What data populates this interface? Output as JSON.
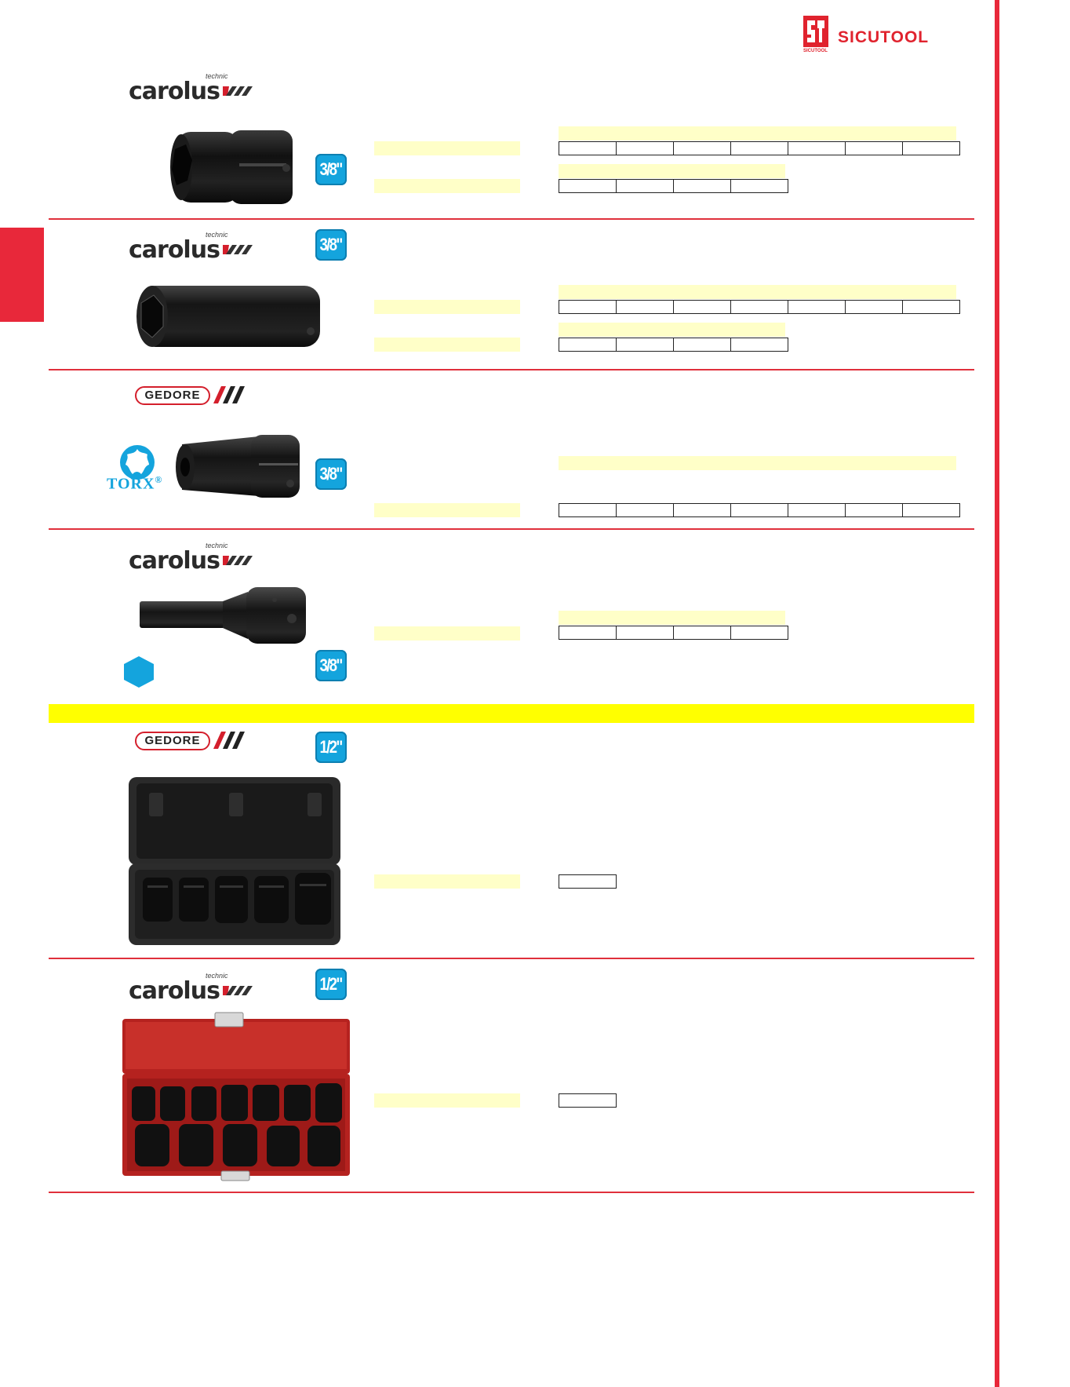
{
  "header": {
    "brand": "SICUTOOL",
    "brand_sub": "SICUTOOL"
  },
  "brands": {
    "carolus_word": "carolus",
    "carolus_technic": "technic",
    "gedore": "GEDORE"
  },
  "badges": {
    "b1": "3/8\"",
    "b2": "3/8\"",
    "b3": "3/8\"",
    "b4": "3/8\"",
    "b5": "1/2\"",
    "b6": "1/2\""
  },
  "torx": {
    "label": "TORX",
    "reg": "®"
  },
  "colors": {
    "accent_red": "#e8283a",
    "badge_blue": "#14a4dd",
    "pale_yellow": "#ffffc8",
    "divider_yellow": "#ffff00"
  },
  "icons": [
    "sicutool-logo-icon",
    "carolus-slashes-icon",
    "gedore-slashes-icon",
    "torx-icon",
    "hexagon-icon"
  ]
}
